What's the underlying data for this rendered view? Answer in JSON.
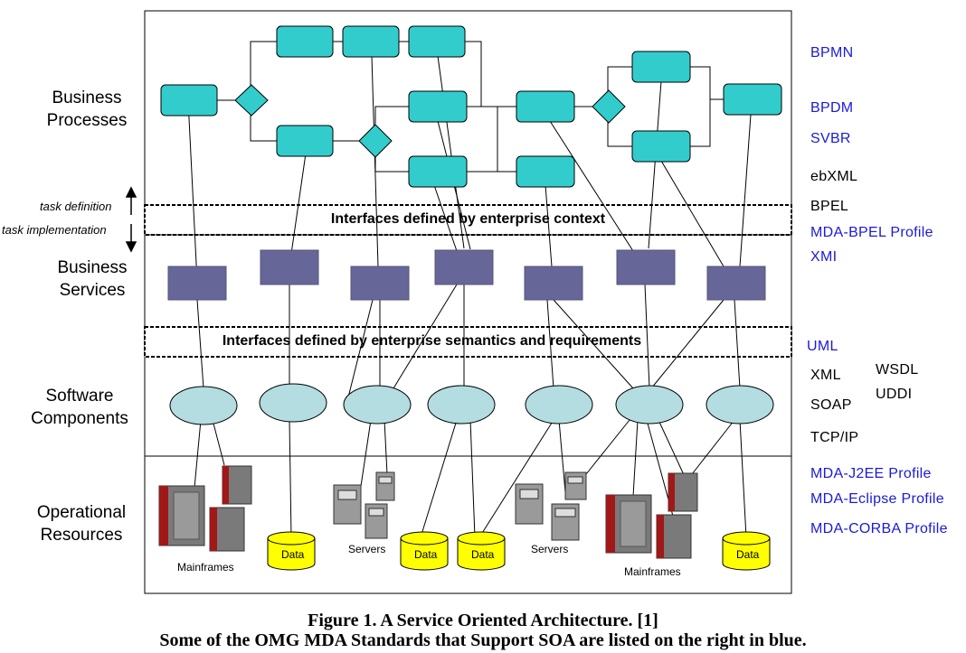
{
  "layers": {
    "business_processes": [
      "Business",
      "Processes"
    ],
    "business_services": [
      "Business",
      "Services"
    ],
    "software_components": [
      "Software",
      "Components"
    ],
    "operational_resources": [
      "Operational",
      "Resources"
    ]
  },
  "side_notes": {
    "task_definition": "task definition",
    "task_implementation": "task implementation"
  },
  "bands": {
    "enterprise_context": "Interfaces defined by enterprise context",
    "enterprise_semantics": "Interfaces defined by enterprise semantics and requirements"
  },
  "resources": {
    "data_label": "Data",
    "servers_label": "Servers",
    "mainframes_label": "Mainframes"
  },
  "standards": {
    "bpmn": "BPMN",
    "bpdm": "BPDM",
    "svbr": "SVBR",
    "ebxml": "ebXML",
    "bpel": "BPEL",
    "mda_bpel": "MDA-BPEL Profile",
    "xmi": "XMI",
    "uml": "UML",
    "xml": "XML",
    "wsdl": "WSDL",
    "soap": "SOAP",
    "uddi": "UDDI",
    "tcpip": "TCP/IP",
    "mda_j2ee": "MDA-J2EE Profile",
    "mda_eclipse": "MDA-Eclipse Profile",
    "mda_corba": "MDA-CORBA Profile"
  },
  "colors": {
    "process_fill": "#33cccc",
    "service_fill": "#666699",
    "component_fill": "#b3dde0",
    "data_fill": "#ffff00",
    "standard_blue": "#1a1adb",
    "mainframe_red": "#a01818"
  },
  "caption": {
    "line1": "Figure 1. A Service Oriented Architecture. [1]",
    "line2": "Some of the OMG MDA Standards that Support SOA are listed on the right in blue."
  }
}
